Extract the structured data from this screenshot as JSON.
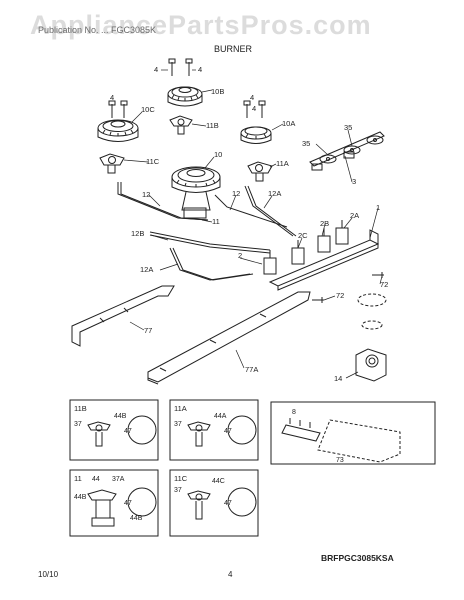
{
  "header": {
    "watermark": "AppliancePartsPros.com",
    "title": "BURNER",
    "model_text": "Publication No. ... FGC3085K"
  },
  "footer": {
    "date": "10/10",
    "page": "4",
    "diagram_code": "BRFPGC3085KSA"
  },
  "callouts": [
    "4",
    "4",
    "4",
    "4",
    "4",
    "10B",
    "10C",
    "11B",
    "10A",
    "10",
    "11C",
    "11A",
    "35",
    "35",
    "3",
    "1",
    "12",
    "12",
    "12A",
    "11",
    "2C",
    "2B",
    "2A",
    "12B",
    "2",
    "12A",
    "72",
    "72",
    "77",
    "77A",
    "14"
  ],
  "insets": {
    "11B": [
      "37",
      "44B",
      "47"
    ],
    "11A": [
      "37",
      "44A",
      "47"
    ],
    "8": [
      "8",
      "73"
    ],
    "11": [
      "44",
      "37A",
      "44B",
      "44B",
      "47"
    ],
    "11C": [
      "37",
      "44C",
      "47"
    ]
  },
  "colors": {
    "line": "#222222",
    "watermark": "#dcdcdc"
  }
}
